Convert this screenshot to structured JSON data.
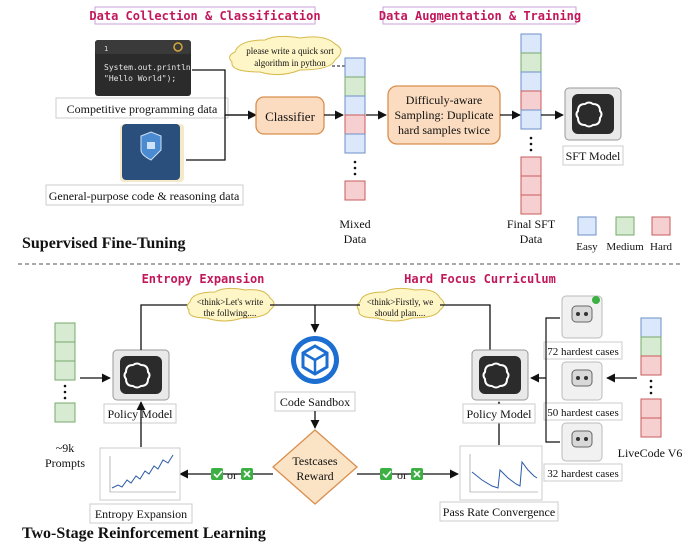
{
  "top": {
    "section_header_1": "Data Collection & Classification",
    "section_header_2": "Data Augmentation & Training",
    "terminal_line1": "System.out.println",
    "terminal_line2": "\"Hello World\");",
    "terminal_tab": "1",
    "label_competitive": "Competitive programming data",
    "label_general": "General-purpose code & reasoning data",
    "prompt_bubble_line1": "please write a quick sort",
    "prompt_bubble_line2": "algorithm in python",
    "classifier_label": "Classifier",
    "mixed_label_1": "Mixed",
    "mixed_label_2": "Data",
    "augment_line1": "Difficuly-aware",
    "augment_line2": "Sampling:  Duplicate",
    "augment_line3": "hard samples twice",
    "final_label_1": "Final SFT",
    "final_label_2": "Data",
    "sft_model_label": "SFT Model",
    "legend": [
      {
        "label": "Easy",
        "color": "#dbe8fb"
      },
      {
        "label": "Medium",
        "color": "#d6ebd2"
      },
      {
        "label": "Hard",
        "color": "#f6d0d0"
      }
    ],
    "stage_title": "Supervised Fine-Tuning"
  },
  "bottom": {
    "section_header_1": "Entropy Expansion",
    "section_header_2": "Hard Focus Curriculum",
    "think_bubble_1_line1": "<think>Let's write",
    "think_bubble_1_line2": "the follwing....",
    "think_bubble_2_line1": "<think>Firstly, we",
    "think_bubble_2_line2": "should plan....",
    "prompts_label_1": "~9k",
    "prompts_label_2": "Prompts",
    "policy_model_left": "Policy Model",
    "policy_model_right": "Policy Model",
    "code_sandbox": "Code Sandbox",
    "reward_line1": "Testcases",
    "reward_line2": "Reward",
    "or_left": "or",
    "or_right": "or",
    "entropy_chart_label": "Entropy Expansion",
    "pass_rate_label": "Pass Rate Convergence",
    "hardest_72": "72 hardest cases",
    "hardest_50": "50 hardest cases",
    "hardest_32": "32 hardest cases",
    "livecode_label": "LiveCode V6",
    "stage_title": "Two-Stage Reinforcement Learning"
  },
  "colors": {
    "easy": "#dbe8fb",
    "easy_border": "#6e8fc7",
    "medium": "#d6ebd2",
    "medium_border": "#77a86b",
    "hard": "#f6d0d0",
    "hard_border": "#c95b5b",
    "peach": "#fbdcc0",
    "peach_border": "#d98f4e",
    "pink_header": "#c2185b",
    "reward_fill": "#fbe3c5",
    "sandbox_blue": "#1c6fd1",
    "check_green": "#3cb043"
  }
}
